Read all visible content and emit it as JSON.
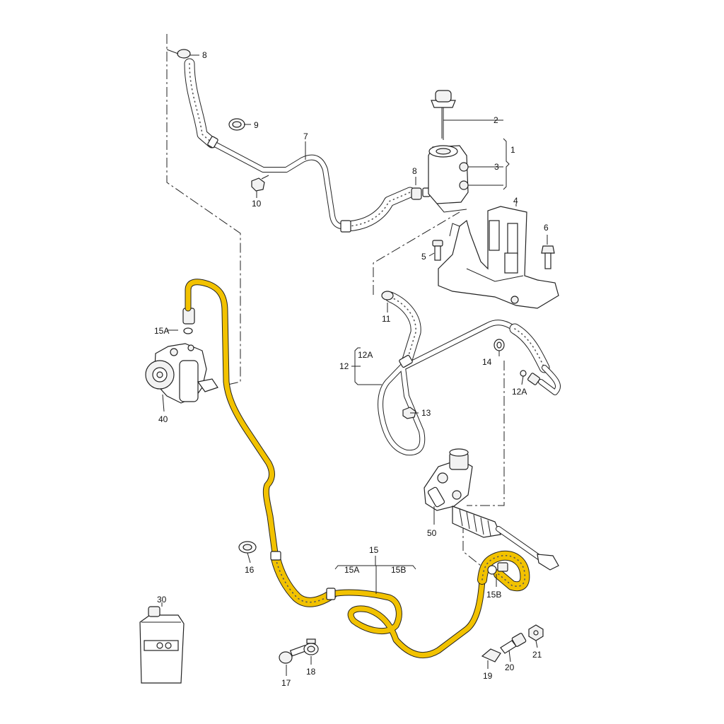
{
  "labels": {
    "l1": "1",
    "l2": "2",
    "l3": "3",
    "l4": "4",
    "l5": "5",
    "l6": "6",
    "l7": "7",
    "l8a": "8",
    "l8b": "8",
    "l9": "9",
    "l10": "10",
    "l11": "11",
    "l12": "12",
    "l12a_top": "12A",
    "l12a_right": "12A",
    "l13": "13",
    "l14": "14",
    "l15": "15",
    "l15a_top": "15A",
    "l15b_top": "15B",
    "l15a_left": "15A",
    "l15b_right": "15B",
    "l16": "16",
    "l17": "17",
    "l18": "18",
    "l19": "19",
    "l20": "20",
    "l21": "21",
    "l30": "30",
    "l40": "40",
    "l50": "50"
  },
  "colors": {
    "highlight": "#f2c200",
    "line": "#222222"
  }
}
